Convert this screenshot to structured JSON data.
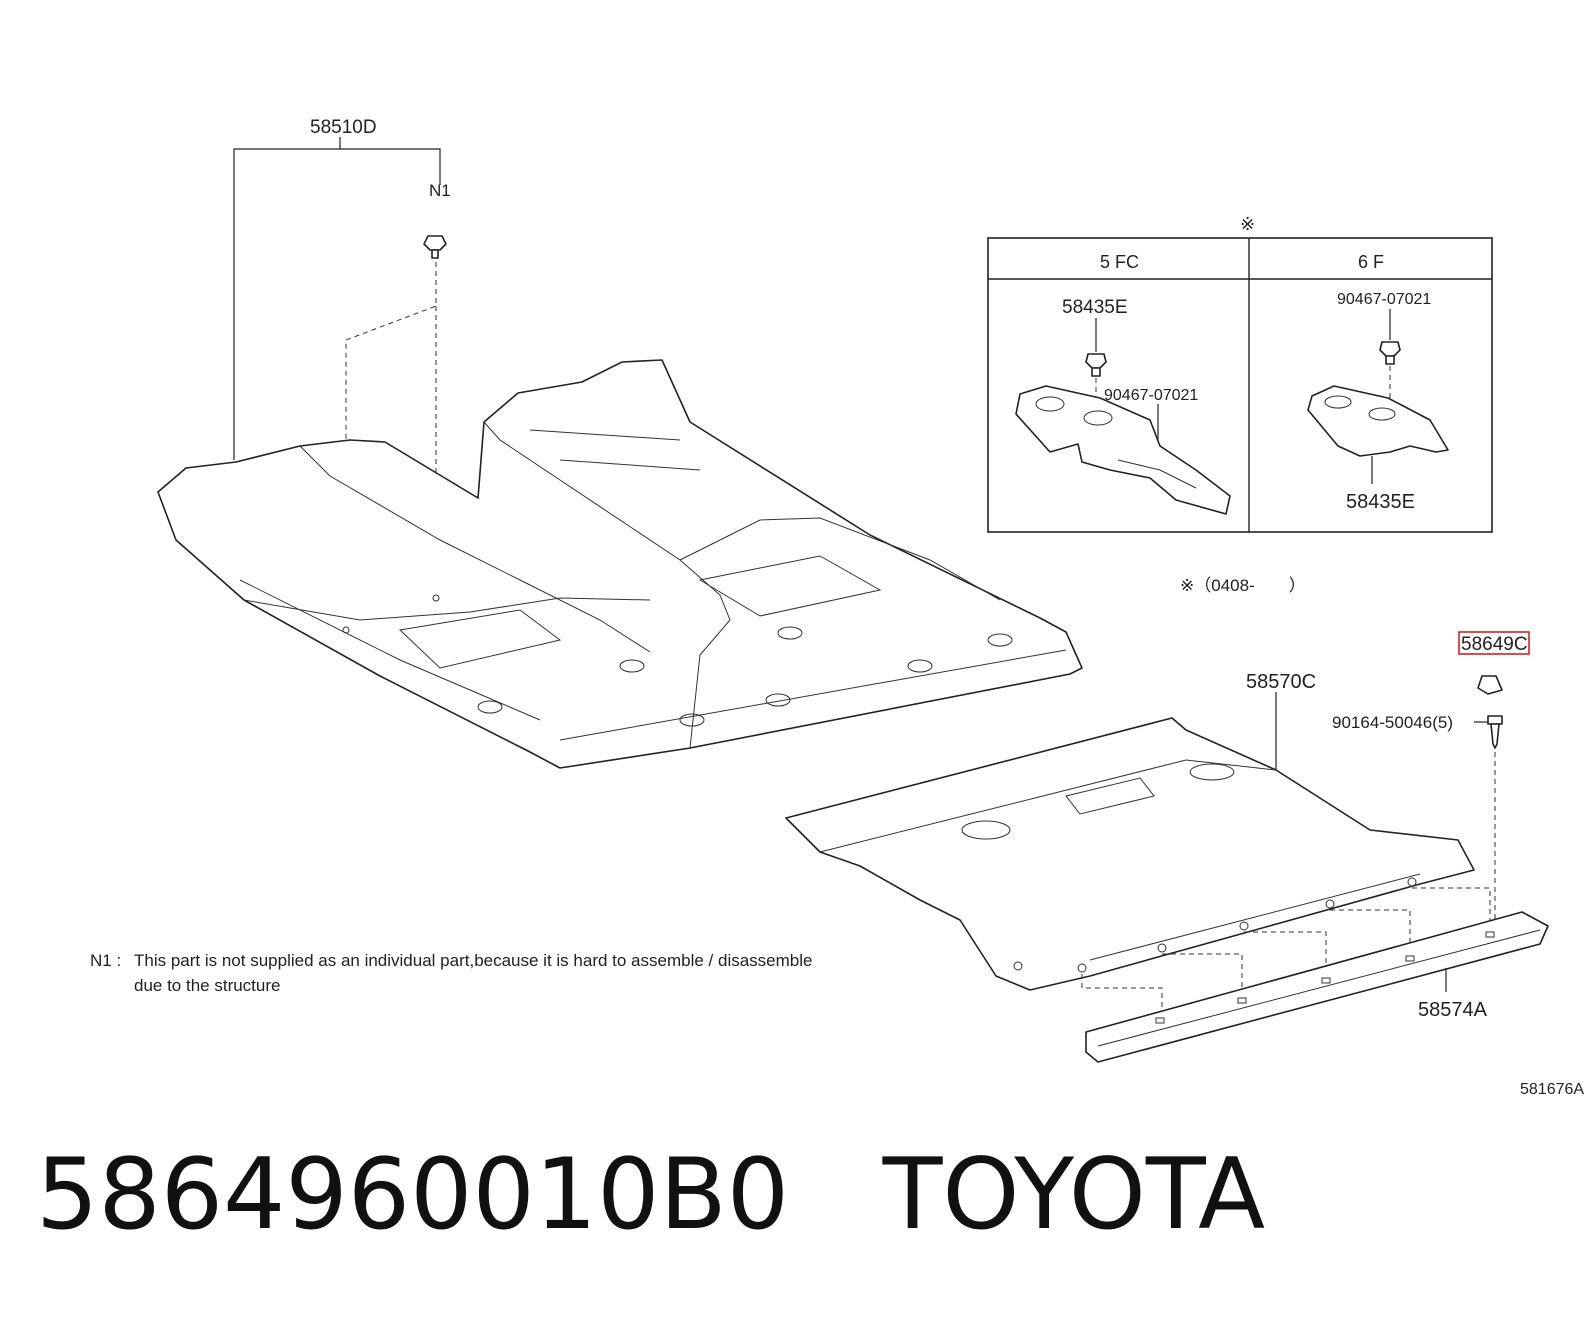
{
  "callouts": {
    "floor_carpet": "58510D",
    "n1_marker": "N1",
    "inset_symbol": "※",
    "inset_col1_header": "5 FC",
    "inset_col2_header": "6 F",
    "inset_5fc_top": "58435E",
    "inset_5fc_clip": "90467-07021",
    "inset_6f_clip": "90467-07021",
    "inset_6f_bottom": "58435E",
    "inset_footnote": "※（0408-　　）",
    "highlighted_part": "58649C",
    "rear_mat": "58570C",
    "screw": "90164-50046(5)",
    "rear_plate": "58574A",
    "figure_id": "581676A"
  },
  "highlight_color": "#d62020",
  "note": {
    "key": "N1 :",
    "line1": "This part is not supplied as an individual part,because it is hard to assemble / disassemble",
    "line2": "due to the structure"
  },
  "caption": {
    "part_number": "5864960010B0",
    "brand": "TOYOTA"
  }
}
